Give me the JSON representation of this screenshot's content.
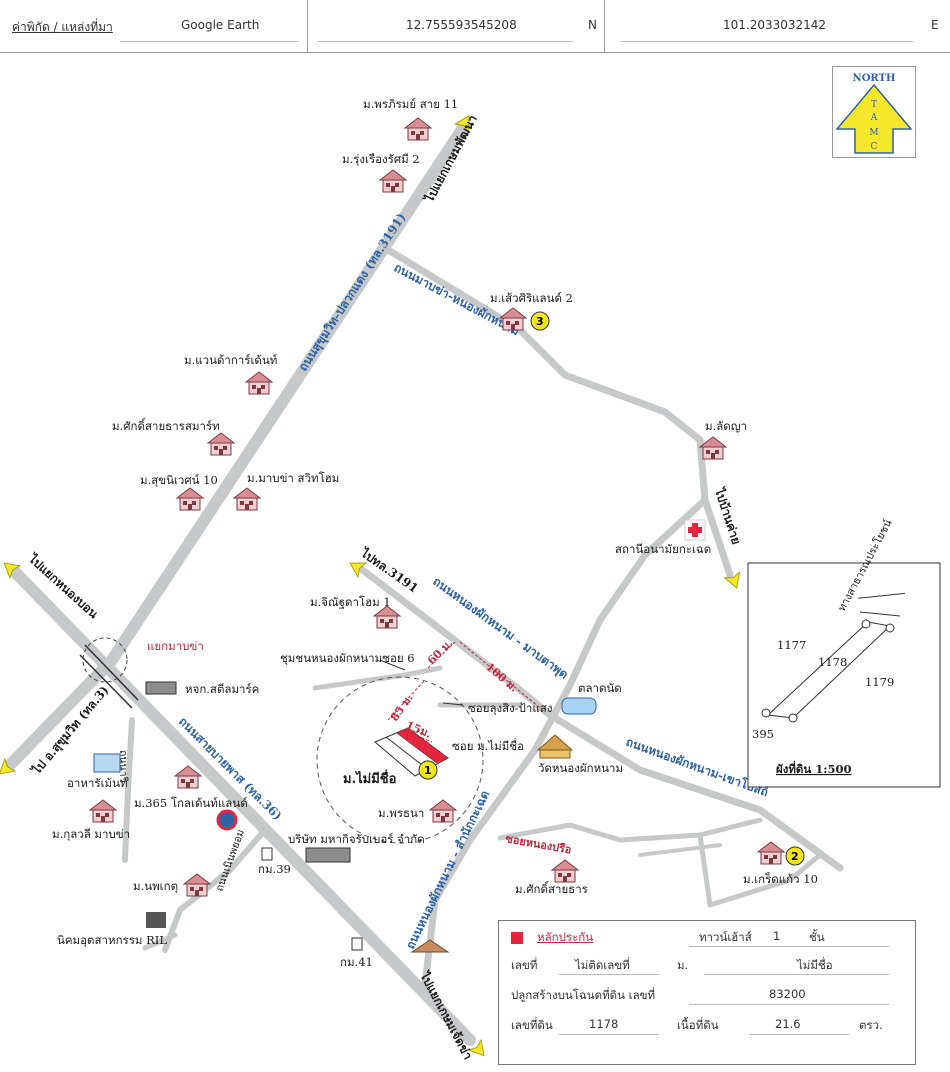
{
  "header": {
    "label": "ค่าพิกัด / แหล่งที่มา",
    "source": "Google Earth",
    "latitude": "12.755593545208",
    "lat_dir": "N",
    "longitude": "101.2033032142",
    "lon_dir": "E"
  },
  "north": {
    "label": "NORTH",
    "letters": [
      "T",
      "A",
      "M",
      "C"
    ]
  },
  "places": {
    "p1": "ม.พรภิรมย์ สาย 11",
    "p2": "ม.รุ่งเรืองรัศมี 2",
    "p3": "ม.แวนด้าการ์เด้นท์",
    "p4": "ม.ศักดิ์สายธารสมาร์ท",
    "p5": "ม.สุขนิเวศน์ 10",
    "p6": "ม.มาบข่า สวิทโฮม",
    "p7": "ม.เส้วศิริแลนด์ 2",
    "p8": "ม.ลัดญา",
    "p9": "สถานีอนามัยกะเฉด",
    "p10": "ม.จิณัฐดาโฮม 1",
    "p11": "ชุมชนหนองผักหนามซอย 6",
    "p12": "แยกมาบข่า",
    "p13": "หจก.สตีลมาร์ค",
    "p14": "ตลาดนัด",
    "p15": "วัดหนองผักหนาม",
    "p16": "ม.ไม่มีชื่อ",
    "p17": "ซอย ม.ไม่มีชื่อ",
    "p18": "ซอยลุงสิง-ป้าแสง",
    "p19": "อาหารัเม้นท์",
    "p20": "ม.365 โกลเด้นท์แลนด์",
    "p21": "ม.กุลวลี มาบข่า",
    "p22": "ม.พรธนา",
    "p23": "บริษัท มหากิจรับเบอร์ จำกัด",
    "p24": "กม.39",
    "p25": "ม.นพเกตุ",
    "p26": "นิคมอุตสาหกรรม RIL",
    "p27": "กม.41",
    "p28": "ม.ศักดิ์สายธาร",
    "p29": "ม.เกร็ดแก้ว 10",
    "p30": "ซอยหนองปรือ",
    "p31": "ถนนเนินพยอม",
    "p32": "ถนนาวิ"
  },
  "roads": {
    "r1": "ถนนสุขุมวิท-ปลวกแดง (ทล.3191)",
    "r2": "ถนนมาบข่า-หนองผักหนาม",
    "r3": "ถนนหนองผักหนาม - มาบตาพุด",
    "r4": "ถนนหนองผักหนาม-เขาโบสถ์",
    "r5": "ถนนหนองผักหนาม - สำนักกะเฉด",
    "r6": "ถนนสายบายพาส (ทล.36)",
    "r7": "ไปแยกเกษมพัฒนา",
    "r8": "ไปบ้านค่าย",
    "r9": "ไปทล.3191",
    "r10": "ไปแยกหนองบอน",
    "r11": "ไป อ.สุขุมวิท (ทล.3)",
    "r12": "ไปแยกเกษมเจ้ดข่า"
  },
  "distances": {
    "d1": "60 ม.",
    "d2": "100 ม.",
    "d3": "85 ม.",
    "d4": "15ม."
  },
  "markers": {
    "m1": "1",
    "m2": "2",
    "m3": "3"
  },
  "plot": {
    "road_label": "ทางสาธารณประโยชน์",
    "lot_left": "1177",
    "lot_center": "1178",
    "lot_right": "1179",
    "lot_bottom": "395",
    "caption": "ผังที่ดิน 1:500"
  },
  "info": {
    "legend_label": "หลักประกัน",
    "building_type": "ทาวน์เฮ้าส์",
    "floors": "1",
    "floor_unit": "ชั้น",
    "house_no_label": "เลขที่",
    "house_no": "ไม่ติดเลขที่",
    "village_label": "ม.",
    "village": "ไม่มีชื่อ",
    "deed_label": "ปลูกสร้างบนโฉนดที่ดิน เลขที่",
    "deed_no": "83200",
    "land_no_label": "เลขที่ดิน",
    "land_no": "1178",
    "area_label": "เนื้อที่ดิน",
    "area": "21.6",
    "area_unit": "ตรว."
  },
  "colors": {
    "road": "#c6c8ca",
    "road_label": "#2e63a6",
    "collateral": "#e3263d",
    "marker": "#f2e51c",
    "arrow": "#f5e72a",
    "distance": "#c0283b"
  }
}
